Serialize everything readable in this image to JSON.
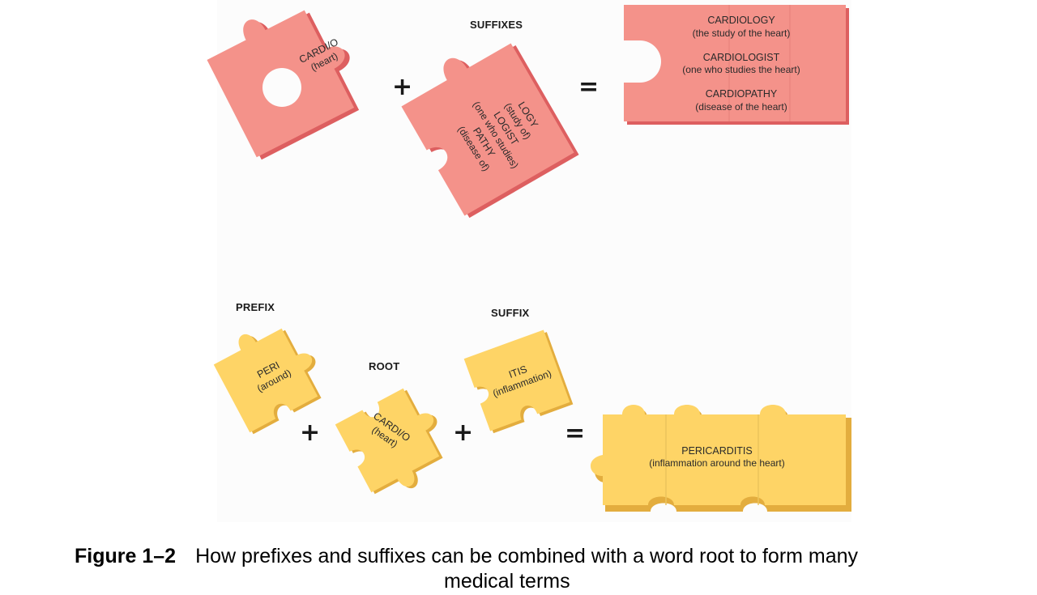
{
  "top_section": {
    "root_piece": {
      "term": "CARDI/O",
      "meaning": "(heart)"
    },
    "suffixes_label": "SUFFIXES",
    "suffix_piece": [
      {
        "term": "LOGY",
        "meaning": "(study of)"
      },
      {
        "term": "LOGIST",
        "meaning": "(one who studies)"
      },
      {
        "term": "PATHY",
        "meaning": "(disease of)"
      }
    ],
    "plus": "+",
    "equals": "=",
    "results": [
      {
        "term": "CARDIOLOGY",
        "meaning": "(the study of the heart)"
      },
      {
        "term": "CARDIOLOGIST",
        "meaning": "(one who studies the heart)"
      },
      {
        "term": "CARDIOPATHY",
        "meaning": "(disease of the heart)"
      }
    ]
  },
  "bottom_section": {
    "prefix_label": "PREFIX",
    "root_label": "ROOT",
    "suffix_label": "SUFFIX",
    "prefix_piece": {
      "term": "PERI",
      "meaning": "(around)"
    },
    "root_piece": {
      "term": "CARDI/O",
      "meaning": "(heart)"
    },
    "suffix_piece": {
      "term": "ITIS",
      "meaning": "(inflammation)"
    },
    "plus": "+",
    "equals": "=",
    "result": {
      "term": "PERICARDITIS",
      "meaning": "(inflammation around the heart)"
    }
  },
  "caption": {
    "figure_number": "Figure 1–2",
    "line1": "How prefixes and suffixes can be combined with a word root to form many",
    "line2": "medical terms"
  },
  "colors": {
    "pink": "#f4928a",
    "pink_shadow": "#dd5f60",
    "yellow": "#fed466",
    "yellow_shadow": "#e3ad3e"
  }
}
